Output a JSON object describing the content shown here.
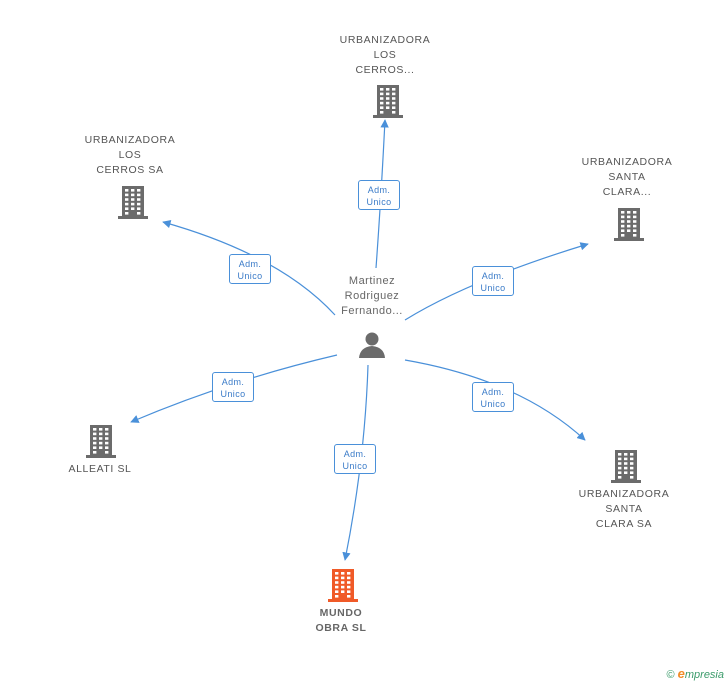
{
  "center": {
    "label": "Martinez\nRodriguez\nFernando..."
  },
  "nodes": [
    {
      "id": "top",
      "label": "URBANIZADORA\nLOS\nCERROS...",
      "focus": false
    },
    {
      "id": "upper-left",
      "label": "URBANIZADORA\nLOS\nCERROS SA",
      "focus": false
    },
    {
      "id": "upper-right",
      "label": "URBANIZADORA\nSANTA\nCLARA...",
      "focus": false
    },
    {
      "id": "left",
      "label": "ALLEATI SL",
      "focus": false
    },
    {
      "id": "lower-right",
      "label": "URBANIZADORA\nSANTA\nCLARA SA",
      "focus": false
    },
    {
      "id": "bottom",
      "label": "MUNDO\nOBRA SL",
      "focus": true
    }
  ],
  "relation": {
    "line1": "Adm.",
    "line2": "Unico"
  },
  "colors": {
    "edge": "#4a90d9",
    "company": "#6b6b6b",
    "focus": "#f05a28",
    "person": "#6b6b6b"
  },
  "footer": {
    "copyright": "©",
    "brand_initial": "e",
    "brand_rest": "mpresia"
  }
}
